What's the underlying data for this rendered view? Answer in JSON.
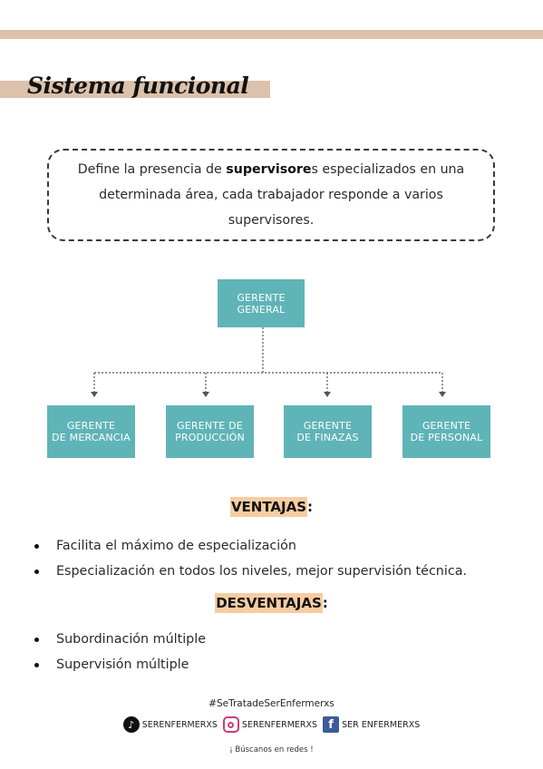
{
  "header": {
    "title": "Sistema funcional"
  },
  "definition": {
    "before": "Define la presencia de ",
    "bold": "supervisore",
    "after": "s especializados en una determinada área, cada trabajador responde a varios supervisores."
  },
  "org_chart": {
    "top": "GERENTE\nGENERAL",
    "children": [
      "GERENTE\nDE MERCANCIA",
      "GERENTE DE\nPRODUCCIÓN",
      "GERENTE\nDE FINAZAS",
      "GERENTE\nDE PERSONAL"
    ]
  },
  "ventajas": {
    "heading": "VENTAJAS",
    "colon": ":",
    "items": [
      "Facilita el máximo de especialización",
      "Especialización en todos los niveles, mejor supervisión técnica."
    ]
  },
  "desventajas": {
    "heading": "DESVENTAJAS",
    "colon": ":",
    "items": [
      "Subordinación múltiple",
      "Supervisión múltiple"
    ]
  },
  "footer": {
    "hashtag": "#SeTratadeSerEnfermerxs",
    "tiktok": "SERENFERMERXS",
    "instagram": "SERENFERMERXS",
    "facebook": "SER ENFERMERXS",
    "tagline": "¡ Búscanos en redes !"
  },
  "colors": {
    "accent": "#dcc1ab",
    "box": "#5fb4b7",
    "highlight": "#f6cda1"
  },
  "icons": [
    "tiktok-icon",
    "instagram-icon",
    "facebook-icon"
  ]
}
